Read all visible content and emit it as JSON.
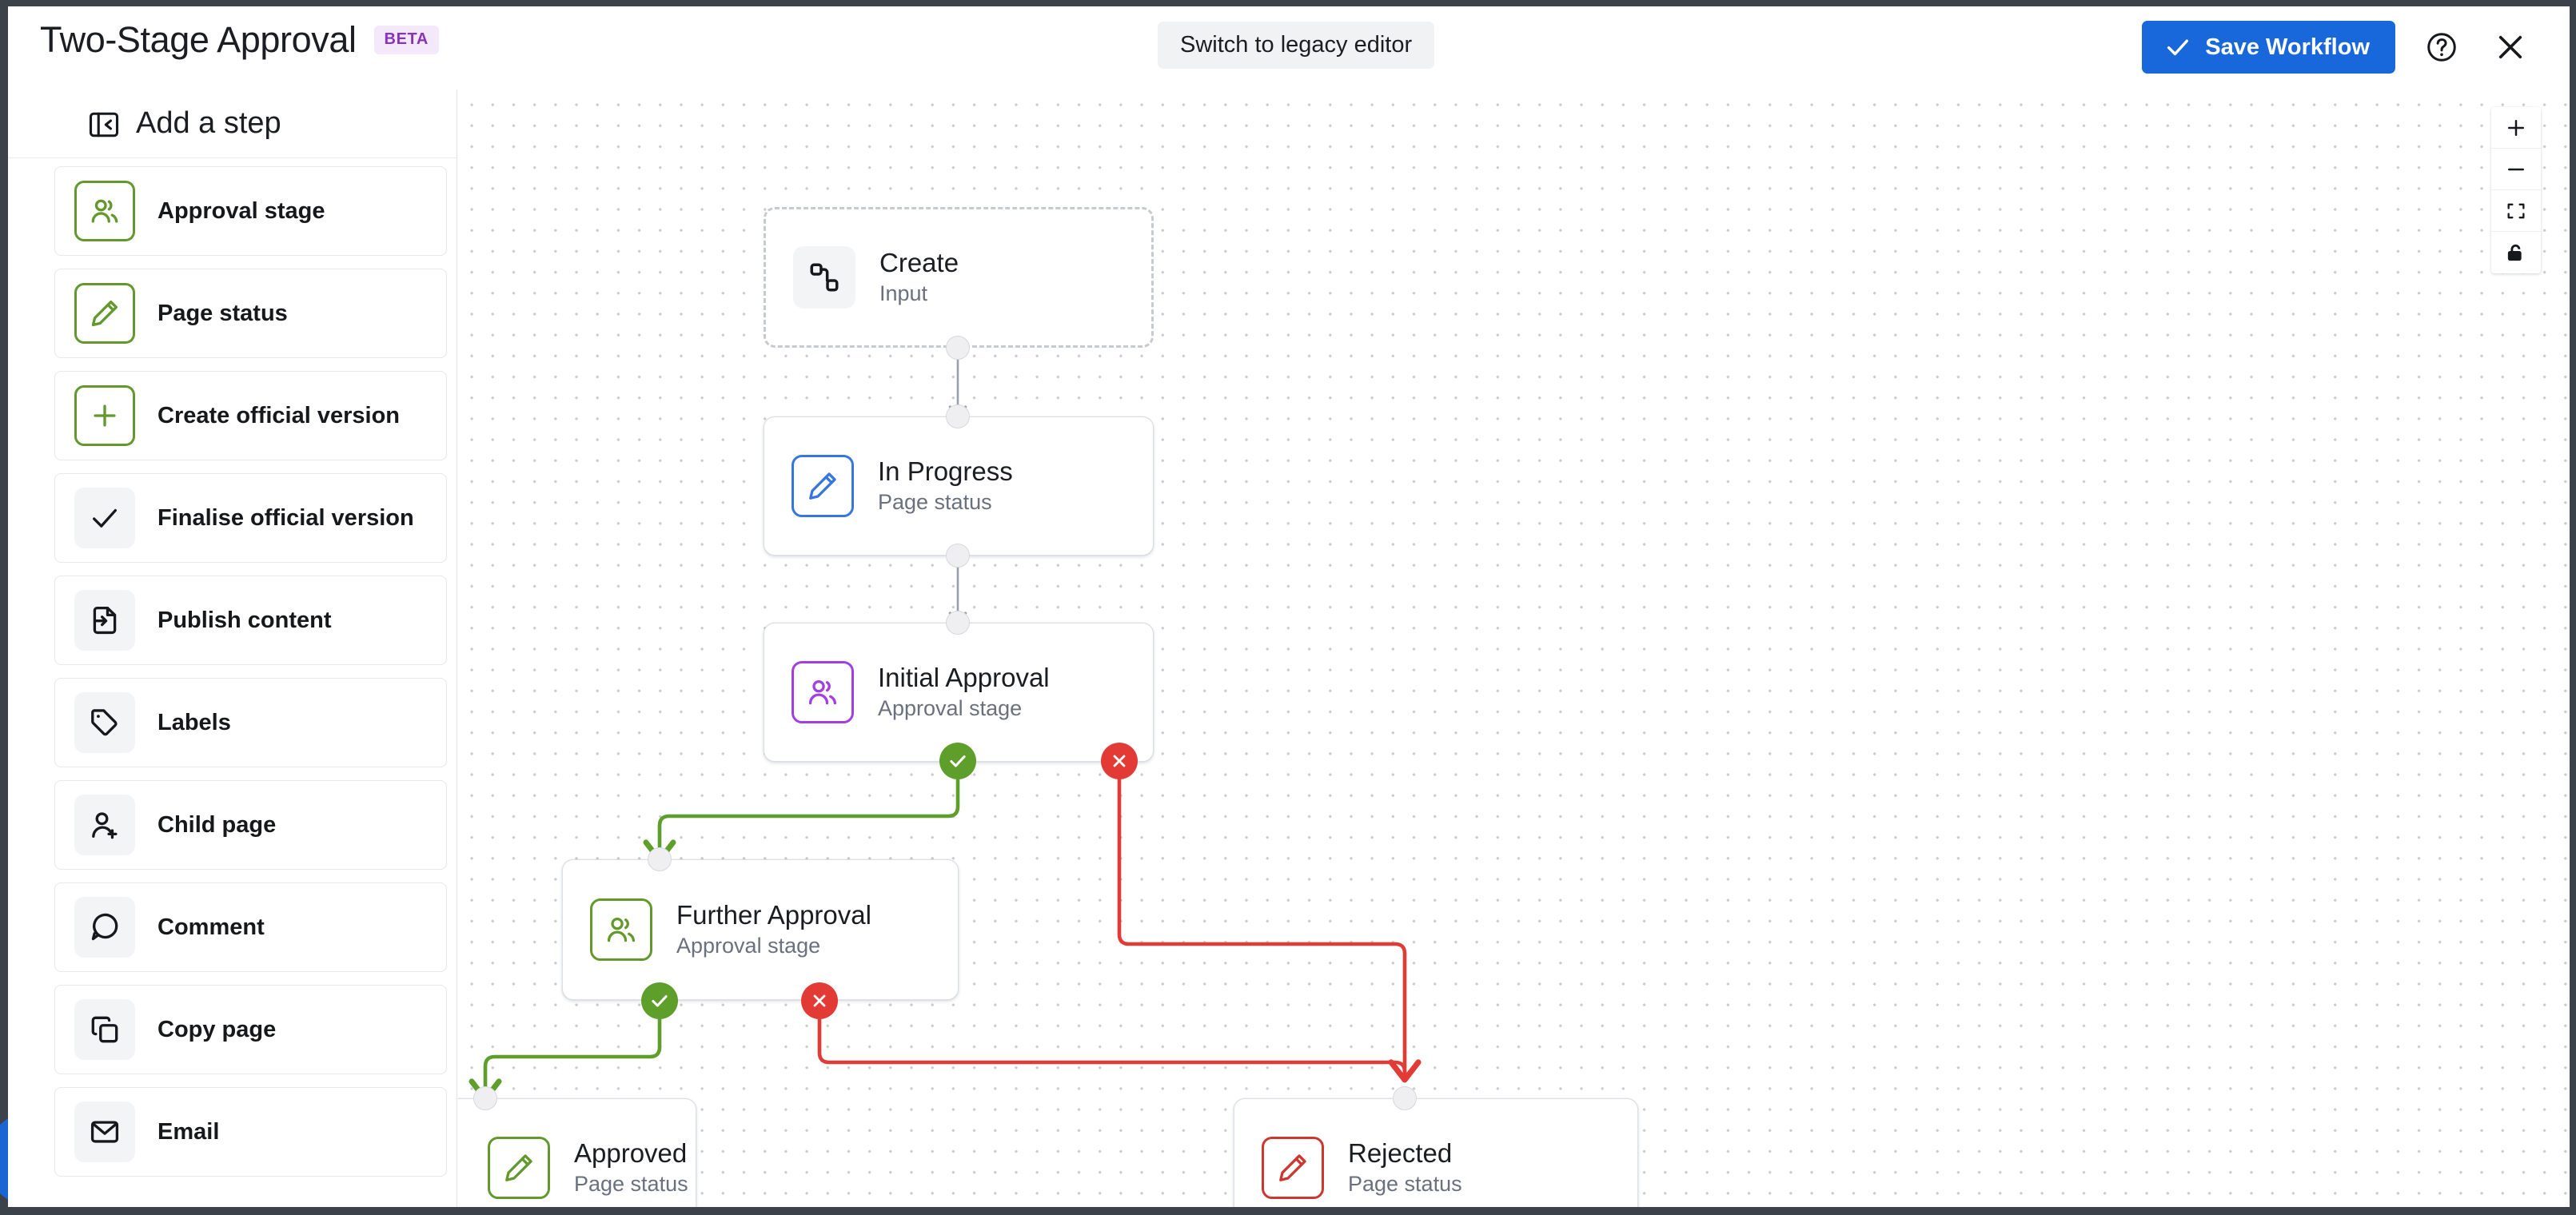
{
  "header": {
    "title": "Two-Stage Approval",
    "badge": "BETA",
    "legacy_button": "Switch to legacy editor",
    "save_button": "Save Workflow",
    "help_icon": "help-circle-icon",
    "close_icon": "close-icon",
    "save_check_icon": "check-icon",
    "accent_color": "#1868db",
    "badge_bg": "#f4e9fb",
    "badge_fg": "#8734ba"
  },
  "sidebar": {
    "title": "Add a step",
    "collapse_icon": "panel-collapse-icon",
    "items": [
      {
        "label": "Approval stage",
        "icon": "users-icon",
        "style": "green"
      },
      {
        "label": "Page status",
        "icon": "pencil-icon",
        "style": "green"
      },
      {
        "label": "Create official version",
        "icon": "plus-icon",
        "style": "green"
      },
      {
        "label": "Finalise official version",
        "icon": "check-icon",
        "style": "plain"
      },
      {
        "label": "Publish content",
        "icon": "publish-icon",
        "style": "plain"
      },
      {
        "label": "Labels",
        "icon": "tag-icon",
        "style": "plain"
      },
      {
        "label": "Child page",
        "icon": "user-plus-icon",
        "style": "plain"
      },
      {
        "label": "Comment",
        "icon": "comment-icon",
        "style": "plain"
      },
      {
        "label": "Copy page",
        "icon": "copy-icon",
        "style": "plain"
      },
      {
        "label": "Email",
        "icon": "envelope-icon",
        "style": "plain"
      }
    ]
  },
  "canvas": {
    "zoom_in_icon": "plus-icon",
    "zoom_out_icon": "minus-icon",
    "fit_view_icon": "fit-screen-icon",
    "lock_icon": "lock-icon",
    "nodes": [
      {
        "id": "create",
        "title": "Create",
        "subtitle": "Input",
        "icon": "nodes-icon",
        "style": "gray",
        "dashed": true
      },
      {
        "id": "inprog",
        "title": "In Progress",
        "subtitle": "Page status",
        "icon": "pencil-icon",
        "style": "blue",
        "dashed": false
      },
      {
        "id": "initial",
        "title": "Initial Approval",
        "subtitle": "Approval stage",
        "icon": "users-icon",
        "style": "purple",
        "dashed": false
      },
      {
        "id": "further",
        "title": "Further Approval",
        "subtitle": "Approval stage",
        "icon": "users-icon",
        "style": "green",
        "dashed": false
      },
      {
        "id": "approved",
        "title": "Approved",
        "subtitle": "Page status",
        "icon": "pencil-icon",
        "style": "green",
        "dashed": false
      },
      {
        "id": "rejected",
        "title": "Rejected",
        "subtitle": "Page status",
        "icon": "pencil-icon",
        "style": "red",
        "dashed": false
      }
    ],
    "badges": [
      {
        "node": "initial",
        "kind": "approve",
        "icon": "check-icon"
      },
      {
        "node": "initial",
        "kind": "reject",
        "icon": "cross-icon"
      },
      {
        "node": "further",
        "kind": "approve",
        "icon": "check-icon"
      },
      {
        "node": "further",
        "kind": "reject",
        "icon": "cross-icon"
      }
    ],
    "edge_colors": {
      "default": "#9aa0ab",
      "approve": "#5e9e2b",
      "reject": "#e23b35"
    }
  }
}
